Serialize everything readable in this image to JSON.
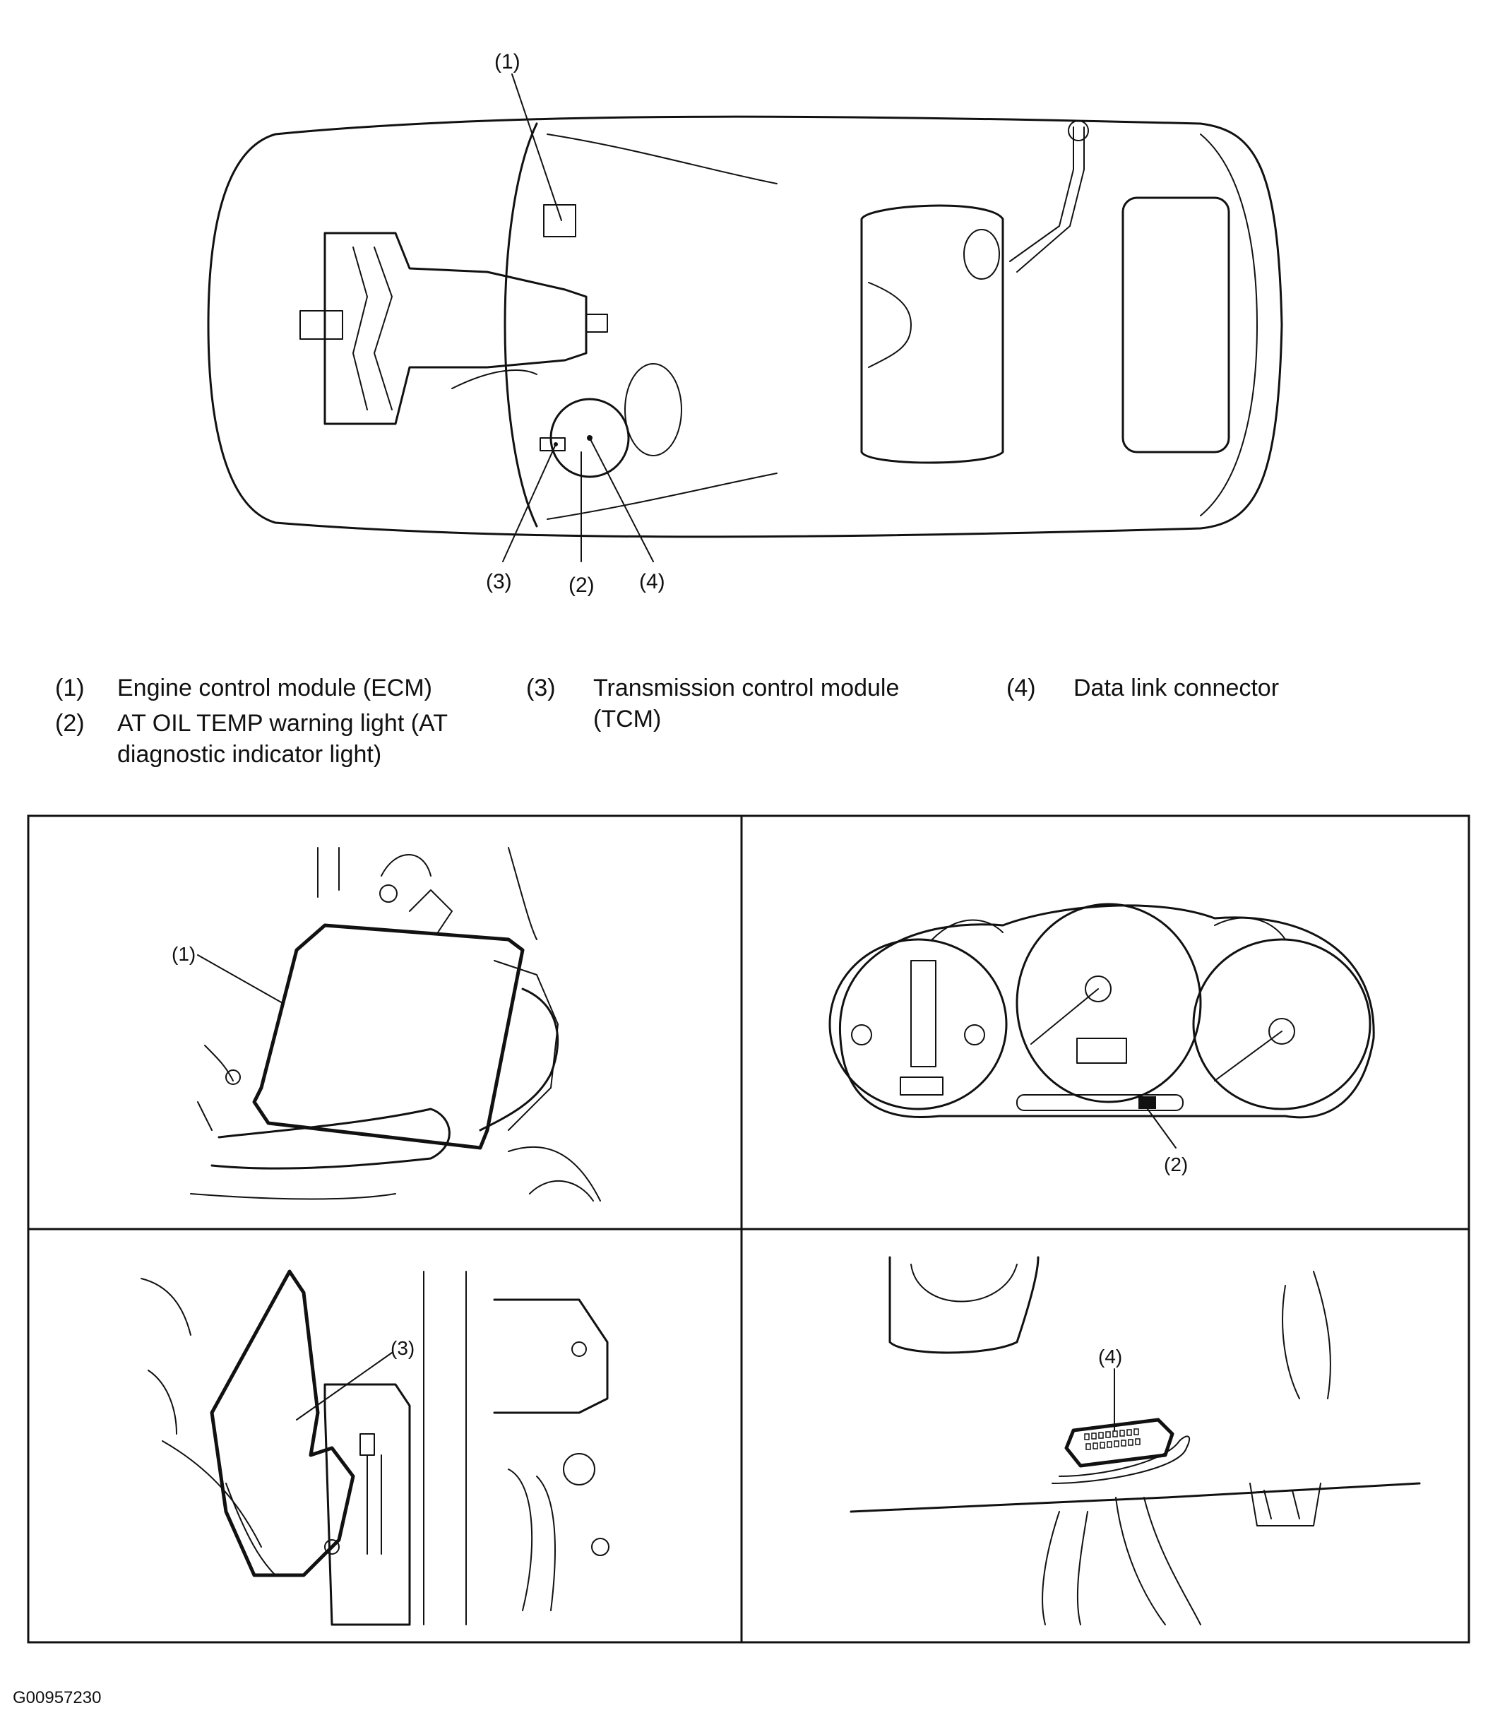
{
  "callouts": {
    "c1": "(1)",
    "c2": "(2)",
    "c3": "(3)",
    "c4": "(4)"
  },
  "legend": [
    {
      "num": "(1)",
      "text": "Engine control module (ECM)"
    },
    {
      "num": "(2)",
      "text": "AT OIL TEMP warning light (AT"
    },
    {
      "num": "",
      "text": "diagnostic indicator light)"
    },
    {
      "num": "(3)",
      "text": "Transmission control module"
    },
    {
      "num": "",
      "text": "(TCM)"
    },
    {
      "num": "(4)",
      "text": "Data link connector"
    }
  ],
  "document_id": "G00957230"
}
